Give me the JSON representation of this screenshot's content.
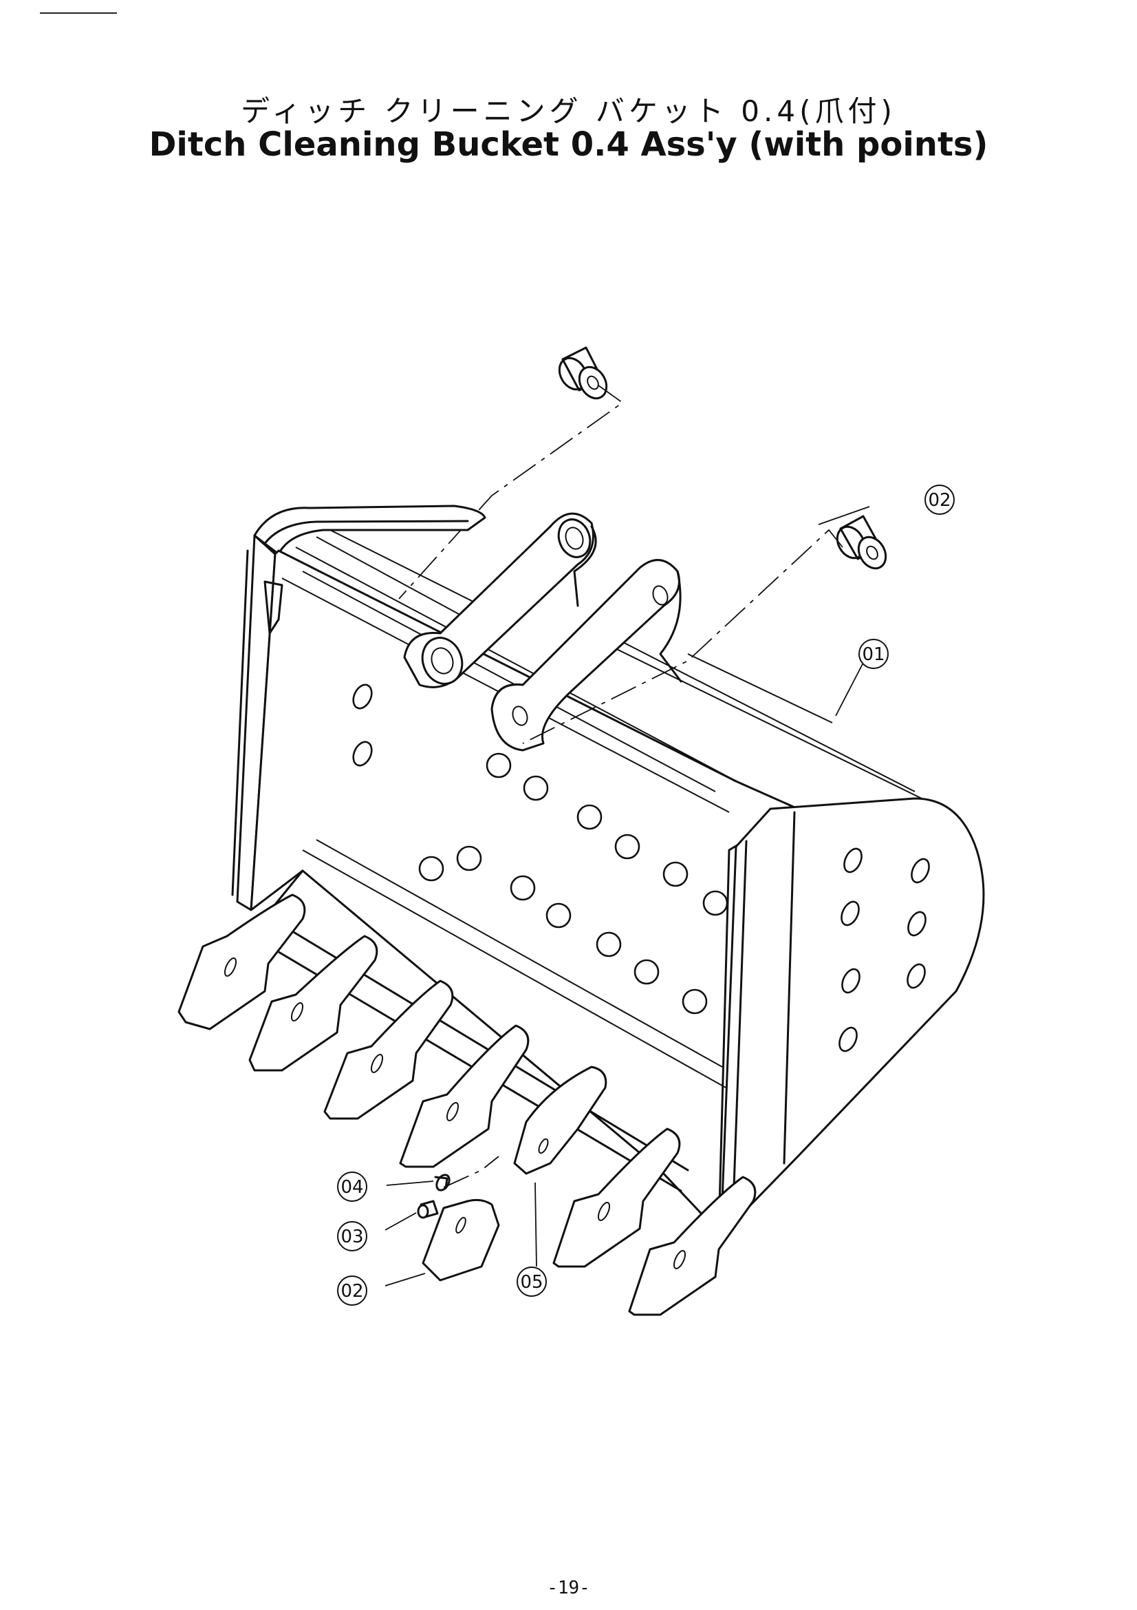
{
  "header": {
    "title_jp": "ディッチ クリーニング バケット 0.4(爪付)",
    "title_en": "Ditch Cleaning Bucket 0.4 Ass'y (with points)"
  },
  "callouts": [
    {
      "id": "bucket-body",
      "label": "01"
    },
    {
      "id": "bushing",
      "label": "02"
    },
    {
      "id": "point",
      "label": "02"
    },
    {
      "id": "pin",
      "label": "03"
    },
    {
      "id": "lock",
      "label": "04"
    },
    {
      "id": "adapter",
      "label": "05"
    }
  ],
  "footer": {
    "page_number": "-19-"
  }
}
